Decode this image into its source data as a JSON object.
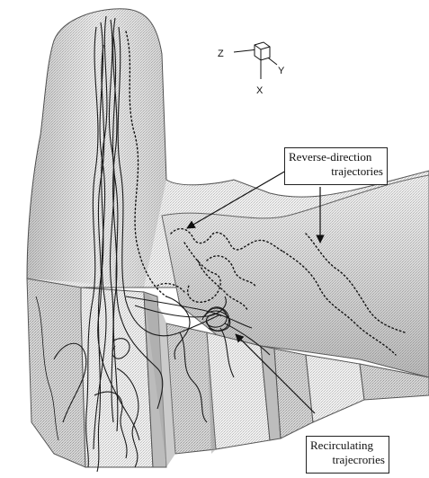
{
  "axes": {
    "z_label": "Z",
    "y_label": "Y",
    "x_label": "X"
  },
  "callouts": {
    "reverse": {
      "line1": "Reverse-direction",
      "line2": "trajectories"
    },
    "recirculating": {
      "line1": "Recirculating",
      "line2": "trajecrories"
    }
  },
  "colors": {
    "surface_light": "#ececec",
    "surface_mid": "#d2d2d2",
    "surface_dark": "#b4b4b4",
    "edge": "#555555",
    "trajectory": "#1a1a1a"
  }
}
